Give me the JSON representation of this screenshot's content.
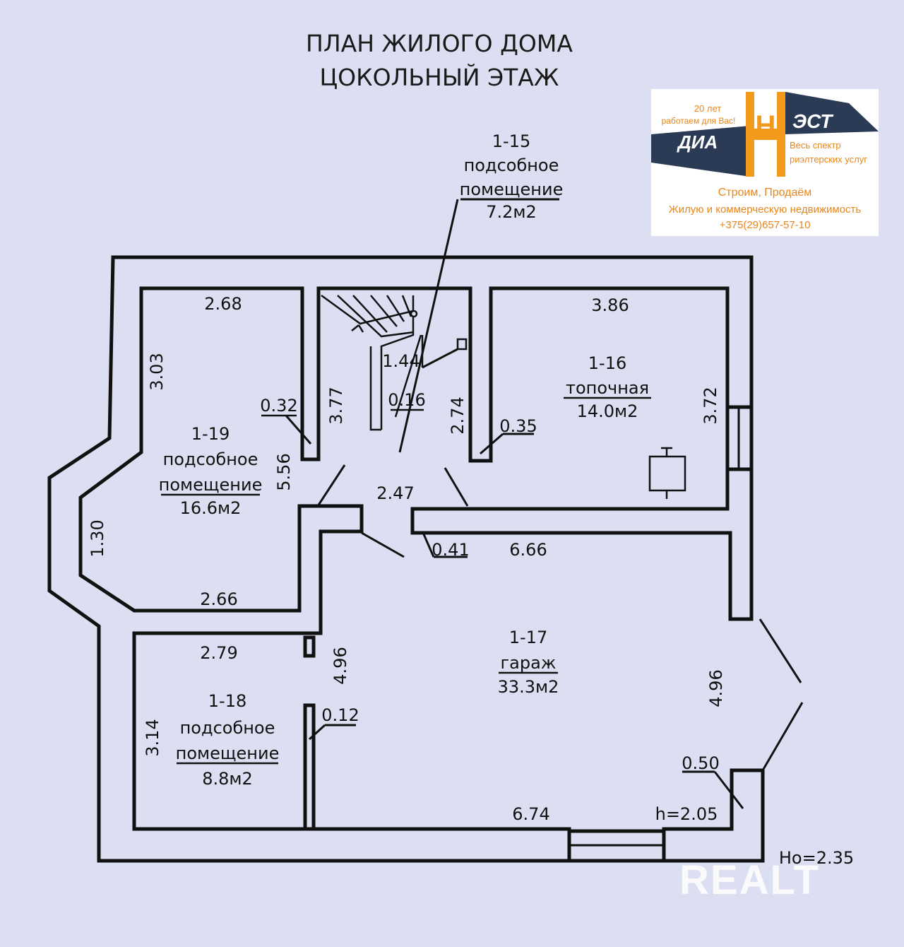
{
  "title": {
    "line1": "ПЛАН ЖИЛОГО ДОМА",
    "line2": "ЦОКОЛЬНЫЙ ЭТАЖ"
  },
  "rooms": {
    "r15": {
      "id": "1-15",
      "name1": "подсобное",
      "name2": "помещение",
      "area": "7.2м2"
    },
    "r16": {
      "id": "1-16",
      "name": "топочная",
      "area": "14.0м2"
    },
    "r17": {
      "id": "1-17",
      "name": "гараж",
      "area": "33.3м2"
    },
    "r18": {
      "id": "1-18",
      "name1": "подсобное",
      "name2": "помещение",
      "area": "8.8м2"
    },
    "r19": {
      "id": "1-19",
      "name1": "подсобное",
      "name2": "помещение",
      "area": "16.6м2"
    }
  },
  "dims": {
    "d_268": "2.68",
    "d_303": "3.03",
    "d_032": "0.32",
    "d_377": "3.77",
    "d_144": "1.44",
    "d_016": "0.16",
    "d_274": "2.74",
    "d_035": "0.35",
    "d_386": "3.86",
    "d_372": "3.72",
    "d_556": "5.56",
    "d_247": "2.47",
    "d_130": "1.30",
    "d_041": "0.41",
    "d_666": "6.66",
    "d_266": "2.66",
    "d_279": "2.79",
    "d_496a": "4.96",
    "d_012": "0.12",
    "d_314": "3.14",
    "d_496b": "4.96",
    "d_050": "0.50",
    "d_674": "6.74",
    "h": "h=2.05",
    "ho": "Hо=2.35"
  },
  "logo": {
    "line1": "20 лет",
    "line2": "работаем для Вас!",
    "brand_left": "ДИА",
    "brand_mid": "Н",
    "brand_right": "ЭСТ",
    "tag1": "Весь спектр",
    "tag2": "риэлтерских услуг",
    "slogan1": "Строим, Продаём",
    "slogan2": "Жилую и коммерческую недвижимость",
    "phone": "+375(29)657-57-10",
    "colors": {
      "orange": "#f39a1c",
      "navy": "#2b3a55"
    }
  },
  "watermark": "REALT"
}
